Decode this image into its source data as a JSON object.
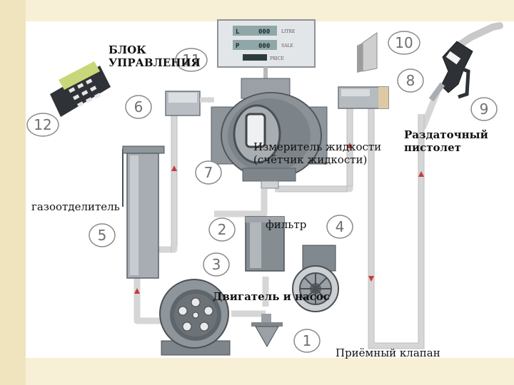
{
  "labels": {
    "control_unit": "БЛОК\nУПРАВЛЕНИЯ",
    "meter": "Измеритель жидкости\n(счётчик жидкости)",
    "gun": "Раздаточный\nпистолет",
    "separator": "газоотделитель",
    "filter": "фильтр",
    "motor_pump": "Двигатель и насос",
    "intake_valve": "Приёмный клапан"
  },
  "display": {
    "row1_prefix": "L",
    "row1_value": "000",
    "row1_unit": "LITRE",
    "row2_prefix": "P",
    "row2_value": "000",
    "row2_unit": "SALE",
    "row3_unit": "PRICE"
  },
  "callouts": [
    "1",
    "2",
    "3",
    "4",
    "5",
    "6",
    "7",
    "8",
    "9",
    "10",
    "11",
    "12"
  ],
  "colors": {
    "pipe": "#d9d9d9",
    "pipe_edge": "#b8b8b8",
    "metal_dark": "#5a6066",
    "metal_mid": "#9aa0a6",
    "callout": "#777777"
  }
}
